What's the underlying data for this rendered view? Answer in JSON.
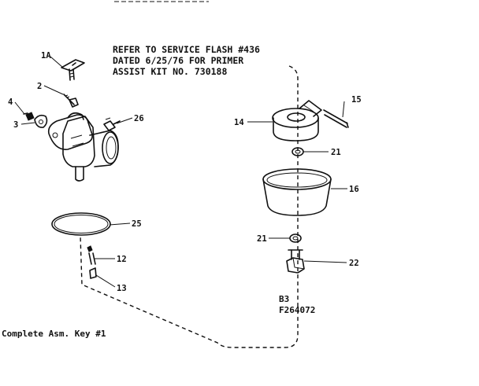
{
  "note": {
    "line1": "REFER TO SERVICE FLASH #436",
    "line2": "DATED 6/25/76 FOR PRIMER",
    "line3": "ASSIST KIT NO. 730188"
  },
  "keys": {
    "k1a": "1A",
    "k2": "2",
    "k3": "3",
    "k4": "4",
    "k12": "12",
    "k13": "13",
    "k14": "14",
    "k15": "15",
    "k16": "16",
    "k21a": "21",
    "k21b": "21",
    "k22": "22",
    "k25": "25",
    "k26": "26"
  },
  "drawing_code": {
    "line1": "B3",
    "line2": "F264072"
  },
  "caption": "Complete Asm. Key #1"
}
